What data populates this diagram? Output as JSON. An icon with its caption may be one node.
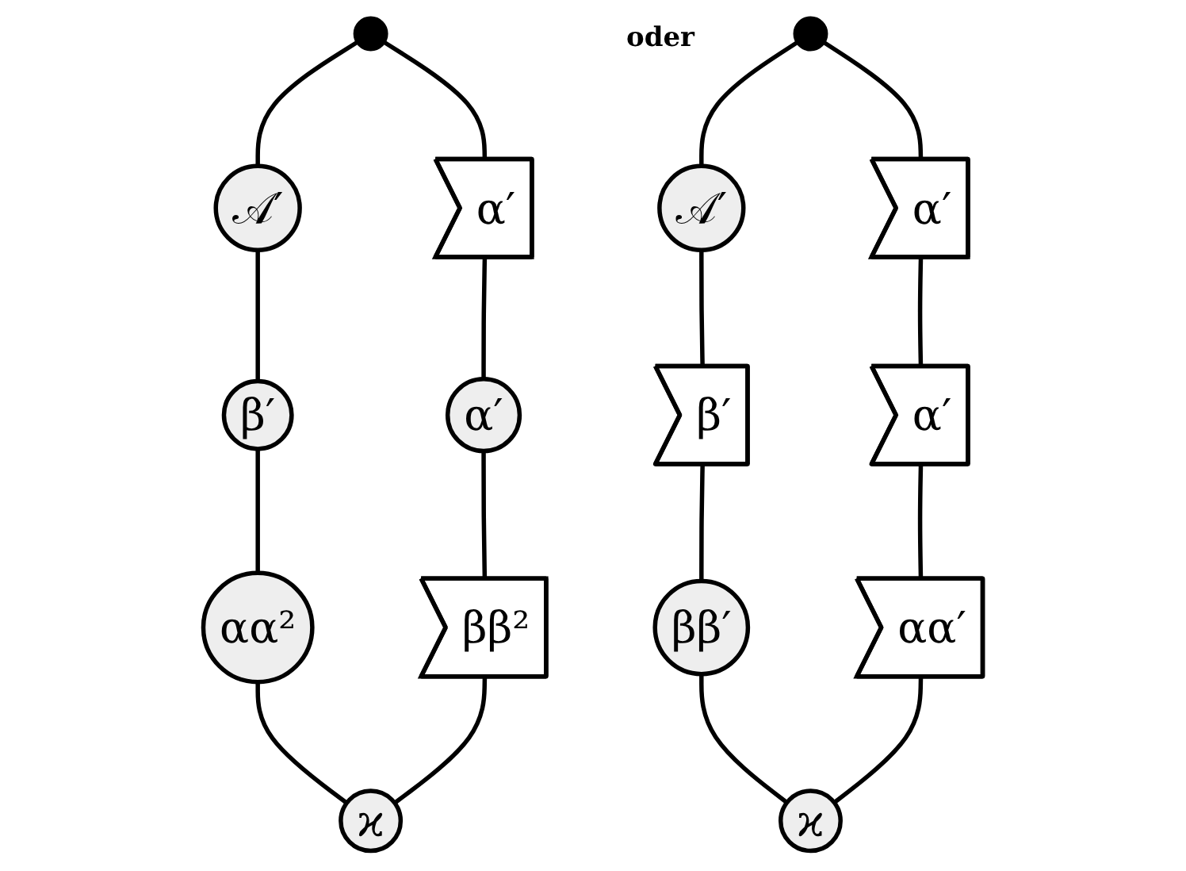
{
  "diagram": {
    "nodes": [
      {
        "text": [],
        "shape": "circle"
      },
      {
        "text": [
          "𝒜′"
        ]
      },
      {
        "text": [
          "α′"
        ]
      },
      {
        "text": [
          "β′"
        ]
      },
      {
        "text": [
          "α′"
        ]
      },
      {
        "text": [
          "αα²"
        ]
      },
      {
        "text": [
          "ββ²"
        ]
      },
      {
        "text": [
          "ϰ"
        ]
      },
      {
        "text": [],
        "shape": "circle"
      },
      {
        "text": [
          "𝒜′"
        ]
      },
      {
        "text": [
          "α′"
        ]
      },
      {
        "text": [
          "β′"
        ]
      },
      {
        "text": [
          "α′"
        ]
      },
      {
        "text": [
          "ββ′"
        ]
      },
      {
        "text": [
          "αα′"
        ]
      },
      {
        "text": [
          "ϰ"
        ]
      }
    ],
    "edges": [
      {
        "from": 0,
        "to": 1,
        "arrow": "none"
      },
      {
        "from": 0,
        "to": 2,
        "arrow": "none"
      },
      {
        "from": 1,
        "to": 3,
        "arrow": "none"
      },
      {
        "from": 2,
        "to": 4,
        "arrow": "none"
      },
      {
        "from": 3,
        "to": 5,
        "arrow": "none"
      },
      {
        "from": 4,
        "to": 6,
        "arrow": "none"
      },
      {
        "from": 5,
        "to": 7,
        "arrow": "none"
      },
      {
        "from": 6,
        "to": 7,
        "arrow": "none"
      },
      {
        "from": 8,
        "to": 9,
        "arrow": "none"
      },
      {
        "from": 8,
        "to": 10,
        "arrow": "none"
      },
      {
        "from": 9,
        "to": 11,
        "arrow": "none"
      },
      {
        "from": 10,
        "to": 12,
        "arrow": "none"
      },
      {
        "from": 11,
        "to": 13,
        "arrow": "none"
      },
      {
        "from": 12,
        "to": 14,
        "arrow": "none"
      },
      {
        "from": 13,
        "to": 15,
        "arrow": "none"
      },
      {
        "from": 14,
        "to": 15,
        "arrow": "none"
      }
    ],
    "labels": [
      "oder"
    ]
  }
}
